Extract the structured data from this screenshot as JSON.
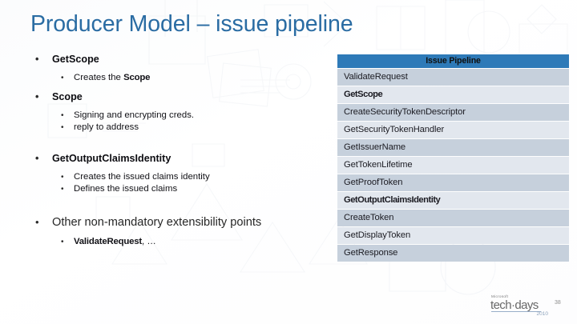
{
  "slide": {
    "title": "Producer Model – issue pipeline"
  },
  "bullets": [
    {
      "level": 1,
      "text": "GetScope",
      "style": "code",
      "children": [
        {
          "level": 2,
          "prefix": "Creates the ",
          "code": "Scope",
          "suffix": ""
        }
      ]
    },
    {
      "level": 1,
      "text": "Scope",
      "style": "code",
      "children": [
        {
          "level": 2,
          "prefix": "Signing and encrypting creds.",
          "code": "",
          "suffix": ""
        },
        {
          "level": 2,
          "prefix": "reply to address",
          "code": "",
          "suffix": ""
        }
      ]
    },
    {
      "level": 1,
      "text": "GetOutputClaimsIdentity",
      "style": "code",
      "children": [
        {
          "level": 2,
          "prefix": "Creates the issued claims identity",
          "code": "",
          "suffix": ""
        },
        {
          "level": 2,
          "prefix": "Defines the issued claims",
          "code": "",
          "suffix": ""
        }
      ]
    },
    {
      "level": 1,
      "text": "Other non-mandatory extensibility points",
      "style": "plain",
      "children": [
        {
          "level": 2,
          "prefix": "",
          "code": "ValidateRequest",
          "suffix": ", …"
        }
      ]
    }
  ],
  "pipeline": {
    "header": "Issue Pipeline",
    "rows": [
      {
        "label": "ValidateRequest",
        "highlighted": false
      },
      {
        "label": "GetScope",
        "highlighted": true
      },
      {
        "label": "CreateSecurityTokenDescriptor",
        "highlighted": false
      },
      {
        "label": "GetSecurityTokenHandler",
        "highlighted": false
      },
      {
        "label": "GetIssuerName",
        "highlighted": false
      },
      {
        "label": "GetTokenLifetime",
        "highlighted": false
      },
      {
        "label": "GetProofToken",
        "highlighted": false
      },
      {
        "label": "GetOutputClaimsIdentity",
        "highlighted": true
      },
      {
        "label": "CreateToken",
        "highlighted": false
      },
      {
        "label": "GetDisplayToken",
        "highlighted": false
      },
      {
        "label": "GetResponse",
        "highlighted": false
      }
    ]
  },
  "footer": {
    "logo_brand": "Microsoft",
    "logo_name": "tech·days",
    "logo_year": "2010",
    "page_number": "38"
  },
  "colors": {
    "title": "#2a6ca3",
    "table_header_bg": "#2e7ab8",
    "row_even_bg": "#c6d0dc",
    "row_odd_bg": "#e2e7ee",
    "body_text": "#0d0d12"
  }
}
